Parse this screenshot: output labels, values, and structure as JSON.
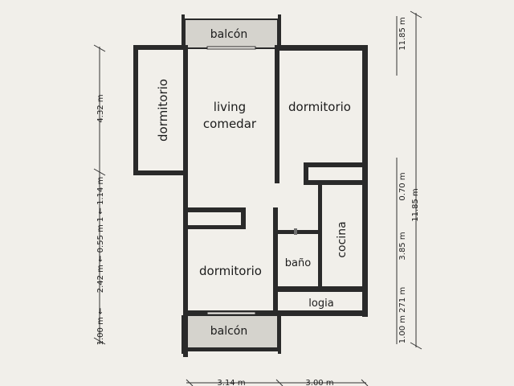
{
  "rooms": {
    "balcon_top": "balcón",
    "dormitorio_left": "dormitorio",
    "living_line1": "living",
    "living_line2": "comedar",
    "dormitorio_right": "dormitorio",
    "dormitorio_bottom": "dormitorio",
    "bano": "baño",
    "cocina": "cocina",
    "logia": "logia",
    "balcon_bottom": "balcón"
  },
  "dimensions": {
    "left_top": "4.32 m",
    "left_mid": "2.42 m ← 0.55 m 1 ← 1.14 m",
    "left_bottom": "1.00 m ←",
    "right_top": "11.85 m",
    "right_mid1": "0.70 m",
    "right_mid2": "11.85 m",
    "right_mid3": "3.85 m",
    "right_bottom": "1.00 m 271 m",
    "bottom_left": "3.14 m",
    "bottom_right": "3.00 m"
  },
  "colors": {
    "paper": "#f1efea",
    "ink": "#2a2a2a",
    "balcony_fill": "#d5d3cd"
  }
}
